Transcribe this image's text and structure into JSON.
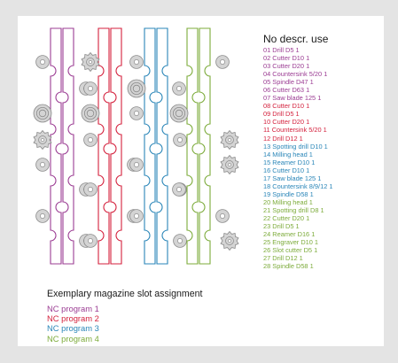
{
  "legend": {
    "title": "No descr. use",
    "slots": [
      {
        "text": "01 Drill D5 1",
        "program": 1
      },
      {
        "text": "02 Cutter D10 1",
        "program": 1
      },
      {
        "text": "03 Cutter D20 1",
        "program": 1
      },
      {
        "text": "04 Countersink 5/20 1",
        "program": 1
      },
      {
        "text": "05 Spindle D47 1",
        "program": 1
      },
      {
        "text": "06 Cutter D63 1",
        "program": 1
      },
      {
        "text": "07 Saw blade 125 1",
        "program": 1
      },
      {
        "text": "08 Cutter D10 1",
        "program": 2
      },
      {
        "text": "09 Drill D5 1",
        "program": 2
      },
      {
        "text": "10 Cutter D20 1",
        "program": 2
      },
      {
        "text": "11 Countersink 5/20 1",
        "program": 2
      },
      {
        "text": "12 Drill D12 1",
        "program": 2
      },
      {
        "text": "13 Spotting drill D10 1",
        "program": 3
      },
      {
        "text": "14 Milling head 1",
        "program": 3
      },
      {
        "text": "15 Reamer D10 1",
        "program": 3
      },
      {
        "text": "16 Cutter D10 1",
        "program": 3
      },
      {
        "text": "17 Saw blade 125 1",
        "program": 3
      },
      {
        "text": "18 Countersink 8/9/12 1",
        "program": 3
      },
      {
        "text": "19 Spindle D58 1",
        "program": 3
      },
      {
        "text": "20 Milling head 1",
        "program": 4
      },
      {
        "text": "21 Spotting drill D8 1",
        "program": 4
      },
      {
        "text": "22 Cutter D20 1",
        "program": 4
      },
      {
        "text": "23 Drill D5 1",
        "program": 4
      },
      {
        "text": "24 Reamer D16 1",
        "program": 4
      },
      {
        "text": "25 Engraver D10 1",
        "program": 4
      },
      {
        "text": "26 Slot cutter D5 1",
        "program": 4
      },
      {
        "text": "27 Drill D12 1",
        "program": 4
      },
      {
        "text": "28 Spindle D58 1",
        "program": 4
      }
    ]
  },
  "caption": "Exemplary magazine slot assignment",
  "programs": [
    {
      "label": "NC program 1",
      "color": "#9b3c93"
    },
    {
      "label": "NC program 2",
      "color": "#d4213d"
    },
    {
      "label": "NC program 3",
      "color": "#2a86b8"
    },
    {
      "label": "NC program 4",
      "color": "#7cab3a"
    }
  ],
  "icons": {
    "small_tool": "tool-holder-icon",
    "double_ring": "large-tool-holder-icon",
    "gear": "saw-blade-icon"
  },
  "magazines": [
    {
      "program": 1,
      "tools": [
        "small",
        "small",
        "double",
        "gear",
        "small",
        "small",
        "small",
        "small"
      ]
    },
    {
      "program": 2,
      "tools": [
        "gear",
        "small",
        "double",
        "small",
        "small",
        "small",
        "small",
        "small"
      ]
    },
    {
      "program": 3,
      "tools": [
        "small",
        "double",
        "small",
        "small",
        "small",
        "small",
        "small",
        "small"
      ]
    },
    {
      "program": 4,
      "tools": [
        "small",
        "small",
        "double",
        "gear",
        "gear",
        "small",
        "small",
        "gear"
      ]
    }
  ]
}
